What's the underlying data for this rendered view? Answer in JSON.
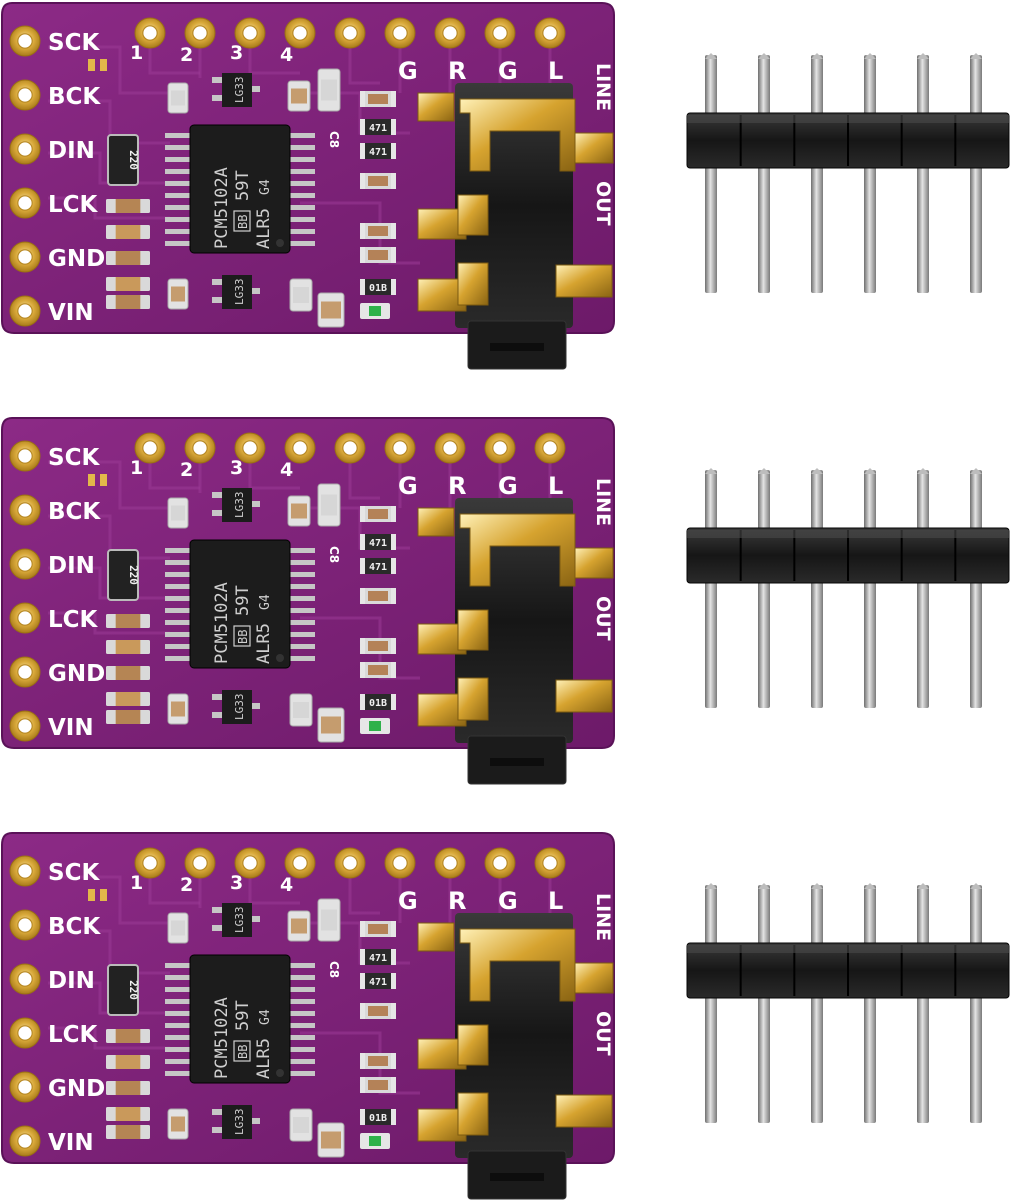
{
  "board": {
    "side_pins": [
      "SCK",
      "BCK",
      "DIN",
      "LCK",
      "GND",
      "VIN"
    ],
    "top_numbers": [
      "1",
      "2",
      "3",
      "4"
    ],
    "top_audio": [
      "G",
      "R",
      "G",
      "L"
    ],
    "jack_label": [
      "LINE",
      "OUT"
    ],
    "chip": {
      "line1": "PCM5102A",
      "logo": "BB",
      "line2": "59T",
      "line3": "ALR5",
      "line3b": "G4"
    },
    "regulator": "LG33",
    "cap_label": "C8",
    "resistor_a": "471",
    "resistor_b": "471",
    "resistor_c": "01B",
    "array_label": "220"
  },
  "colors": {
    "pcb": "#7e1f78",
    "pcb_dark": "#5a1258",
    "gold": "#d4a22e",
    "header_plastic": "#1a1a1a",
    "header_pin": "#a9a9a9"
  },
  "counts": {
    "boards": 3,
    "headers": 3,
    "header_pins_per_strip": 6
  }
}
